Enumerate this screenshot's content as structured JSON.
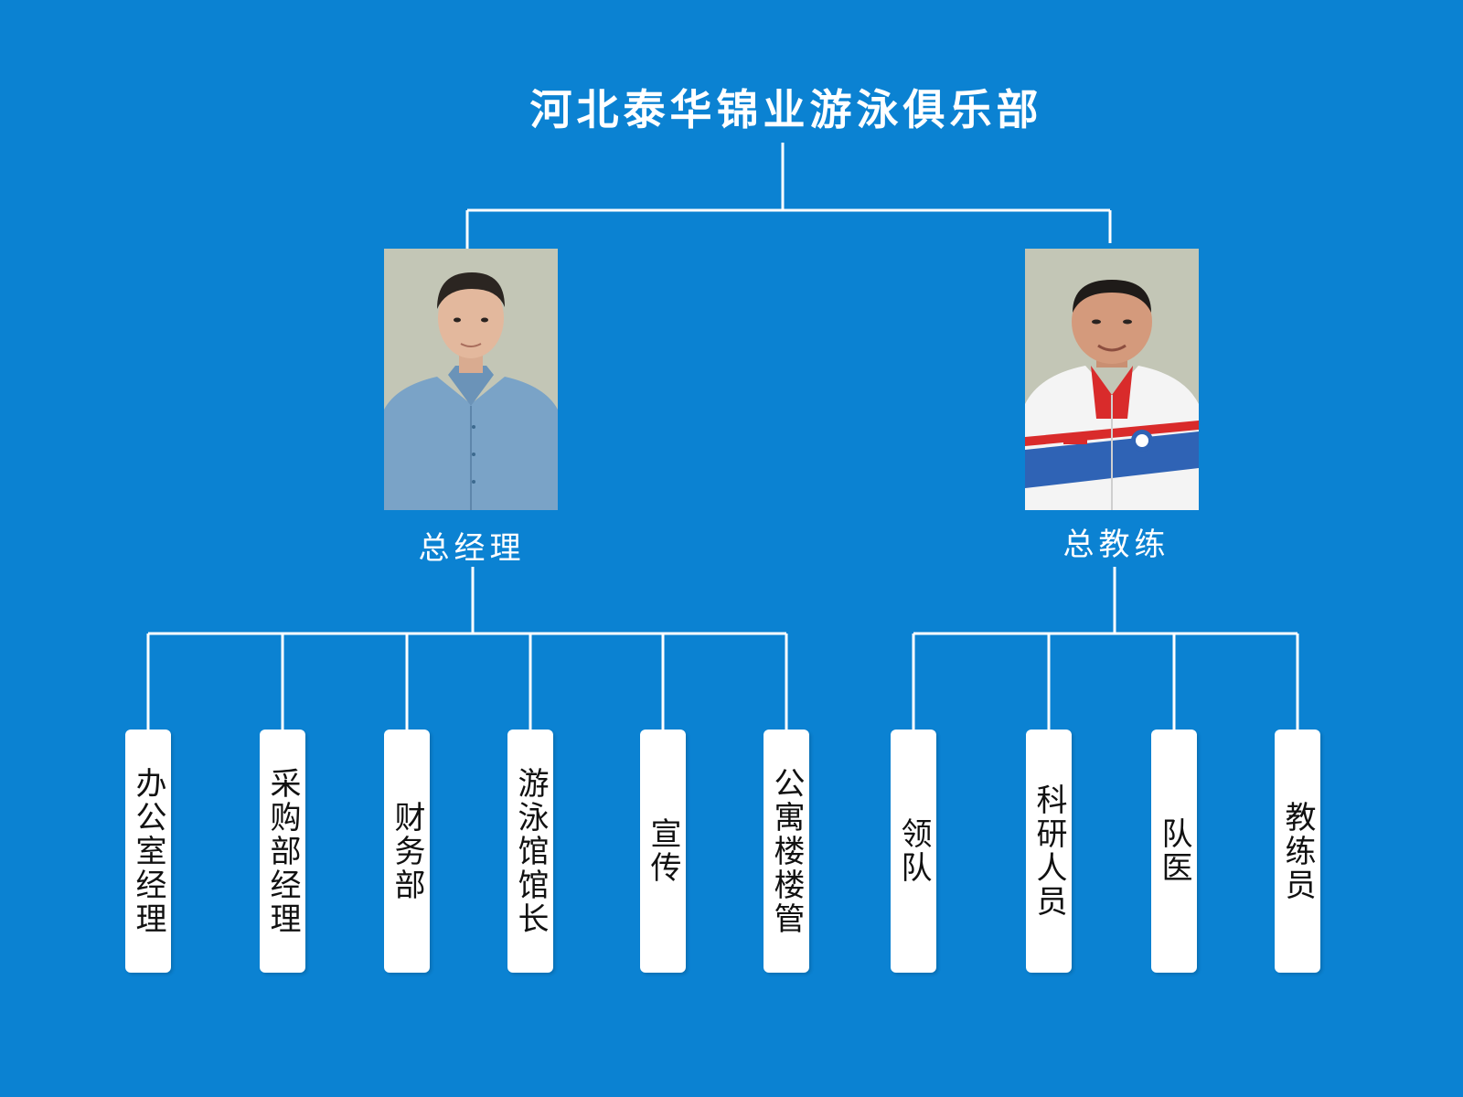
{
  "title": "河北泰华锦业游泳俱乐部",
  "colors": {
    "background": "#0b82d2",
    "lines": "#ffffff",
    "box": "#ffffff",
    "box_text": "#111111"
  },
  "leaders": [
    {
      "role": "总经理",
      "photo": "photo-general-manager"
    },
    {
      "role": "总教练",
      "photo": "photo-head-coach"
    }
  ],
  "manager_units": [
    "办公室经理",
    "采购部经理",
    "财务部",
    "游泳馆馆长",
    "宣传",
    "公寓楼楼管"
  ],
  "coach_units": [
    "领队",
    "科研人员",
    "队医",
    "教练员"
  ]
}
